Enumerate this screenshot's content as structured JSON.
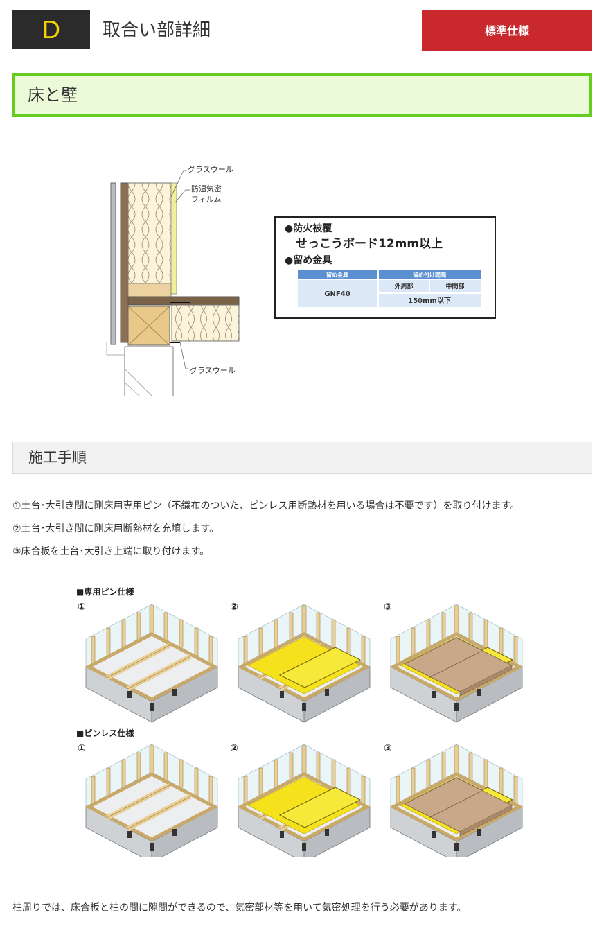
{
  "header": {
    "letter": "D",
    "title": "取合い部詳細",
    "badge": "標準仕様"
  },
  "section1": {
    "title": "床と壁"
  },
  "diagram": {
    "label_glasswool_top": "グラスウール",
    "label_film_line1": "防湿気密",
    "label_film_line2": "フィルム",
    "label_glasswool_bottom": "グラスウール"
  },
  "spec": {
    "fire_heading": "●防火被覆",
    "fire_value": "せっこうボード12mm以上",
    "fastener_heading": "●留め金具",
    "table": {
      "col_fastener": "留め金具",
      "col_spacing": "留め付け間隔",
      "sub_outer": "外周部",
      "sub_middle": "中間部",
      "fastener_value": "GNF40",
      "spacing_value": "150mm以下"
    }
  },
  "section2": {
    "title": "施工手順"
  },
  "steps": [
    "①土台･大引き間に剛床用専用ピン（不織布のついた、ピンレス用断熱材を用いる場合は不要です）を取り付けます。",
    "②土台･大引き間に剛床用断熱材を充填します。",
    "③床合板を土台･大引き上端に取り付けます。"
  ],
  "illustration": {
    "row1_label": "■専用ピン仕様",
    "row2_label": "■ピンレス仕様",
    "num1": "①",
    "num2": "②",
    "num3": "③"
  },
  "note": "柱周りでは、床合板と柱の間に隙間ができるので、気密部材等を用いて気密処理を行う必要があります。"
}
